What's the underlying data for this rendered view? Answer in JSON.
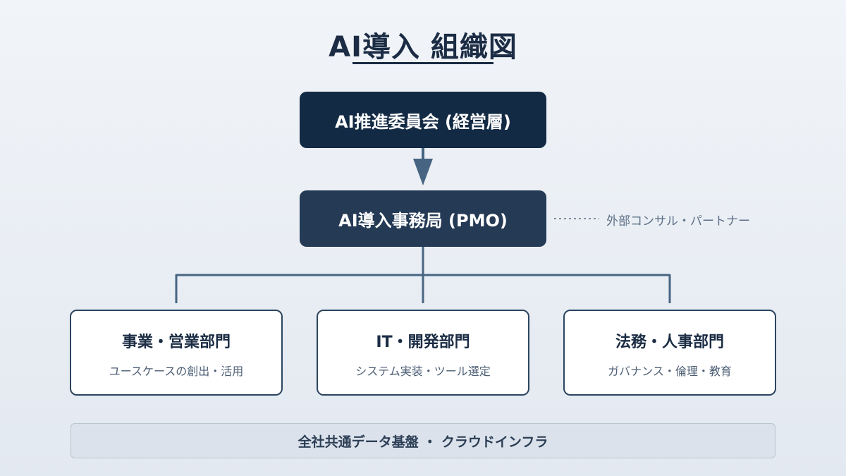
{
  "title": "AI導入 組織図",
  "committee": {
    "label": "AI推進委員会 (経営層)"
  },
  "pmo": {
    "label": "AI導入事務局 (PMO)"
  },
  "external": {
    "label": "外部コンサル・パートナー"
  },
  "departments": [
    {
      "name": "事業・営業部門",
      "desc": "ユースケースの創出・活用"
    },
    {
      "name": "IT・開発部門",
      "desc": "システム実装・ツール選定"
    },
    {
      "name": "法務・人事部門",
      "desc": "ガバナンス・倫理・教育"
    }
  ],
  "platform": {
    "label": "全社共通データ基盤 ・ クラウドインフラ"
  },
  "colors": {
    "primary_dark": "#132a44",
    "secondary_dark": "#243a55",
    "connector": "#476582",
    "accent_text": "#5d7088"
  }
}
